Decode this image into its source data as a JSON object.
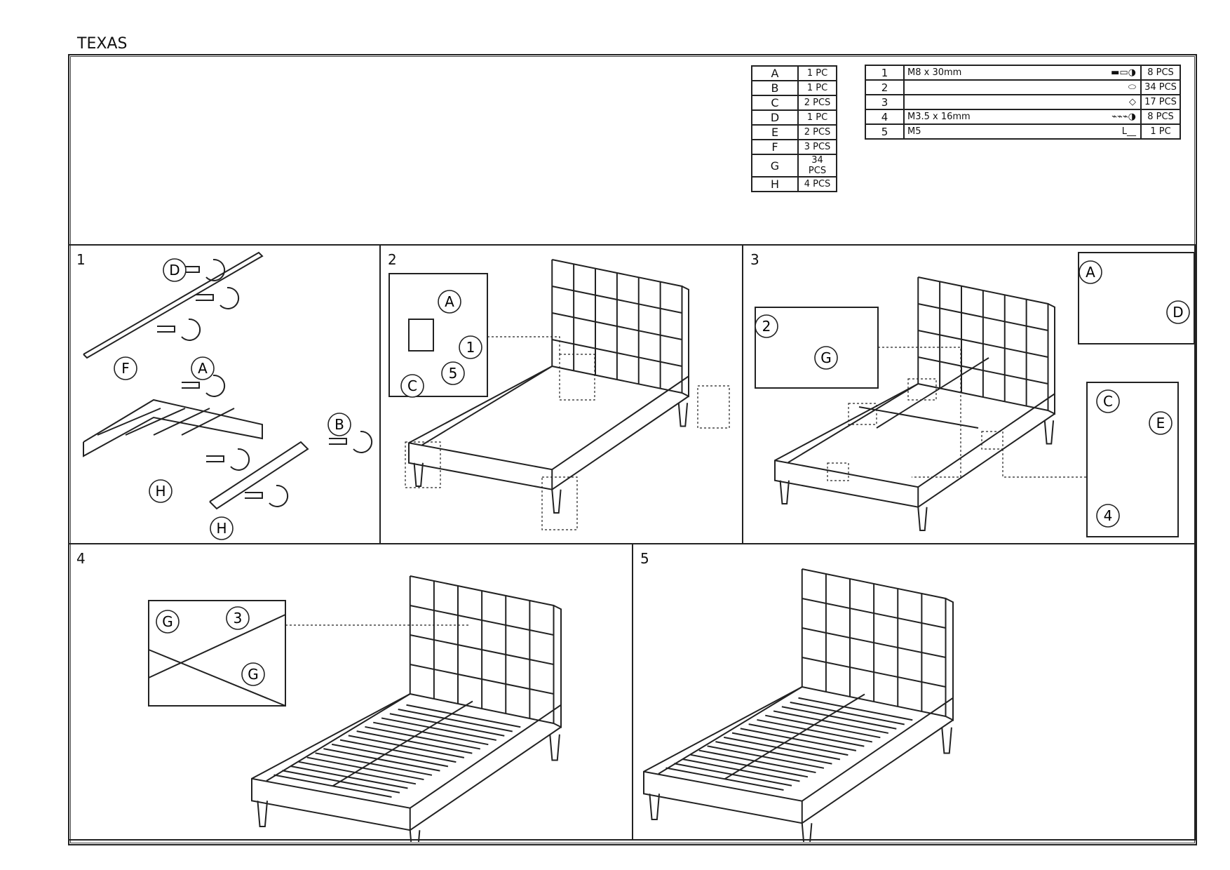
{
  "title": "TEXAS",
  "parts": [
    {
      "letter": "A",
      "qty": "1 PC"
    },
    {
      "letter": "B",
      "qty": "1 PC"
    },
    {
      "letter": "C",
      "qty": "2 PCS"
    },
    {
      "letter": "D",
      "qty": "1 PC"
    },
    {
      "letter": "E",
      "qty": "2 PCS"
    },
    {
      "letter": "F",
      "qty": "3 PCS"
    },
    {
      "letter": "G",
      "qty": "34 PCS"
    },
    {
      "letter": "H",
      "qty": "4 PCS"
    }
  ],
  "hardware": [
    {
      "num": "1",
      "desc": "M8 x 30mm",
      "icon": "bolt-icon",
      "qty": "8 PCS"
    },
    {
      "num": "2",
      "desc": "",
      "icon": "slat-holder-icon",
      "qty": "34 PCS"
    },
    {
      "num": "3",
      "desc": "",
      "icon": "slat-cap-icon",
      "qty": "17 PCS"
    },
    {
      "num": "4",
      "desc": "M3.5 x 16mm",
      "icon": "screw-icon",
      "qty": "8 PCS"
    },
    {
      "num": "5",
      "desc": "M5",
      "icon": "allen-key-icon",
      "qty": "1 PC"
    }
  ],
  "steps": [
    {
      "num": "1",
      "labels": [
        "D",
        "F",
        "A",
        "B",
        "H",
        "H"
      ]
    },
    {
      "num": "2",
      "labels": [
        "A",
        "1",
        "5",
        "C"
      ]
    },
    {
      "num": "3",
      "labels": [
        "2",
        "G",
        "A",
        "D",
        "C",
        "E",
        "4"
      ]
    },
    {
      "num": "4",
      "labels": [
        "G",
        "3",
        "G"
      ]
    },
    {
      "num": "5",
      "labels": []
    }
  ]
}
